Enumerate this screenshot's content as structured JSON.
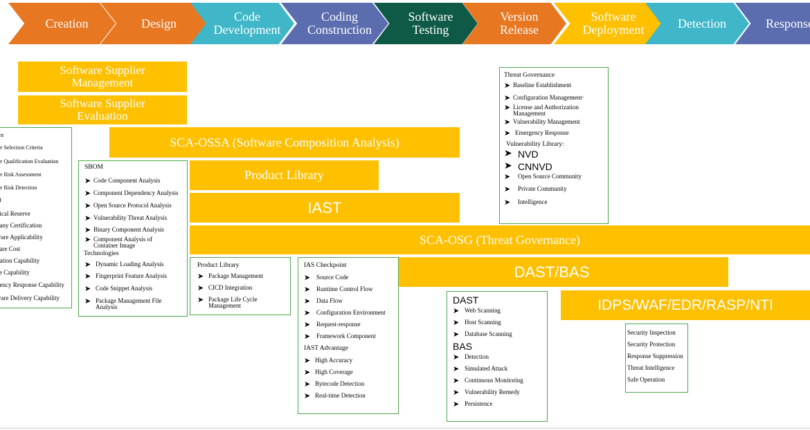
{
  "stages": [
    {
      "label": "Creation",
      "color": "#E87722"
    },
    {
      "label": "Design",
      "color": "#E87722"
    },
    {
      "label": "Code\nDevelopment",
      "color": "#3FB7C8"
    },
    {
      "label": "Coding\nConstruction",
      "color": "#5B6DAF"
    },
    {
      "label": "Software\nTesting",
      "color": "#0E5A46"
    },
    {
      "label": "Version\nRelease",
      "color": "#E87722"
    },
    {
      "label": "Software\nDeployment",
      "color": "#FFC000"
    },
    {
      "label": "Detection",
      "color": "#3FB7C8"
    },
    {
      "label": "Response",
      "color": "#5B6DAF"
    }
  ],
  "bars": {
    "supplier_mgmt": "Software Supplier\nManagement",
    "supplier_eval": "Software Supplier\nEvaluation",
    "sca_ossa": "SCA-OSSA (Software Composition Analysis)",
    "product_library": "Product Library",
    "iast": "IAST",
    "sca_osg": "SCA-OSG (Threat Governance)",
    "dast_bas": "DAST/BAS",
    "idps": "IDPS/WAF/EDR/RASP/NTI"
  },
  "supplier_box": {
    "items": [
      "ent",
      "ier Selection Criteria",
      "ier Qualification Evaluation",
      "ier Risk Assessment",
      "ier Risk Detection",
      "nt",
      "nical Reserve",
      "pany Certification",
      "ware Applicability",
      "vare Cost",
      "vation Capability",
      "ce Capability",
      "gency Response Capability",
      "ware Delivery Capability"
    ]
  },
  "sbom_box": {
    "heading": "SBOM",
    "items": [
      "Code Component Analysis",
      "Component Dependency Analysis",
      "Open Source Protocol Analysis",
      "Vulnerability Threat Analysis",
      "Binary Component Analysis",
      "Component Analysis of\nContainer Image"
    ],
    "sub_heading": "Technologies",
    "tech_items": [
      "Dynamic Loading Analysis",
      "Fingerprint Feature Analysis",
      "Code Snippet Analysis",
      "Package Management File\nAnalysis"
    ]
  },
  "product_library_box": {
    "heading": "Product Library",
    "items": [
      "Package Management",
      "CICD Integration",
      "Package Life Cycle\nManagement"
    ]
  },
  "ias_box": {
    "heading": "IAS Checkpoint",
    "items": [
      "Source Code",
      "Runtime Control Flow",
      "Data Flow",
      "Configuration Environment",
      "Request-response",
      "Framework Component"
    ],
    "sub_heading": "IAST Advantage",
    "adv_items": [
      "High Accuracy",
      "High Coverage",
      "Bytecode Detection",
      "Real-time Detection"
    ]
  },
  "dast_box": {
    "heading": "DAST",
    "items": [
      "Web Scanning",
      "Host Scanning",
      "Database Scanning"
    ],
    "sub_heading": "BAS",
    "bas_items": [
      "Detection",
      "Simulated Attack",
      "Continuous Monitoring",
      "Vulnerability Remedy",
      "Persistence"
    ]
  },
  "threat_box": {
    "heading": "Threat Governance",
    "items": [
      "Baseline Establishment",
      "Configuration Management·",
      "License and Authorization\nManagement",
      "Vulnerability Management",
      "Emergency Response"
    ],
    "sub_heading": "Vulnerability Library:",
    "lib_items": [
      "NVD",
      "CNNVD",
      "Open Source Community",
      "Private Community",
      "Intelligence"
    ]
  },
  "security_box": {
    "items": [
      "Security Inspection",
      "Security Protection",
      "Response Suppression",
      "Threat Intelligence",
      "Safe Operation"
    ]
  },
  "icons": {
    "chevron_arrow": "chevron-shape",
    "bullet": "arrowhead-bullet-icon"
  }
}
